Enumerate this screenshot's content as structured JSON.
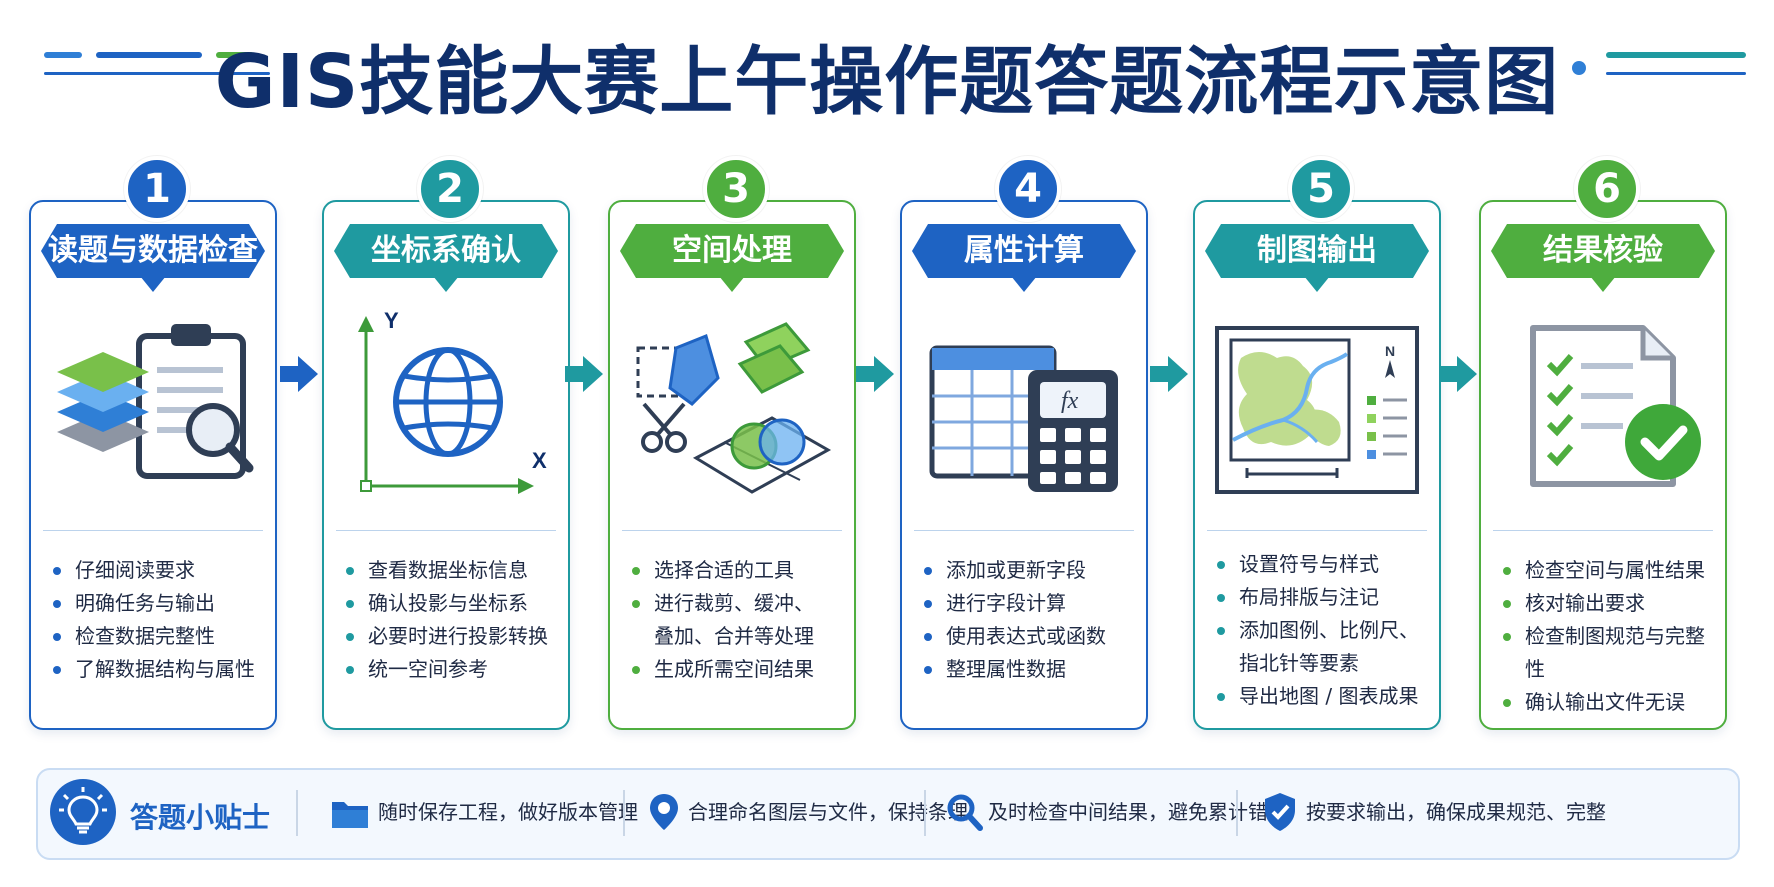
{
  "title": "GIS技能大赛上午操作题答题流程示意图",
  "colors": {
    "blue": "#1e63c3",
    "teal": "#1f9aa0",
    "green": "#4fae3f",
    "navy": "#0f2f6b"
  },
  "steps": [
    {
      "num": "1",
      "title": "读题与数据检查",
      "color": "#1e63c3",
      "icon": "layers-clipboard-magnifier-icon",
      "items": [
        "仔细阅读要求",
        "明确任务与输出",
        "检查数据完整性",
        "了解数据结构与属性"
      ]
    },
    {
      "num": "2",
      "title": "坐标系确认",
      "color": "#1f9aa0",
      "icon": "globe-axes-icon",
      "axis_y": "Y",
      "axis_x": "X",
      "items": [
        "查看数据坐标信息",
        "确认投影与坐标系",
        "必要时进行投影转换",
        "统一空间参考"
      ]
    },
    {
      "num": "3",
      "title": "空间处理",
      "color": "#4fae3f",
      "icon": "clip-overlay-icon",
      "items": [
        "选择合适的工具",
        "进行裁剪、缓冲、",
        "叠加、合并等处理",
        "生成所需空间结果"
      ]
    },
    {
      "num": "4",
      "title": "属性计算",
      "color": "#1e63c3",
      "icon": "table-calculator-icon",
      "fx": "fx",
      "items": [
        "添加或更新字段",
        "进行字段计算",
        "使用表达式或函数",
        "整理属性数据"
      ]
    },
    {
      "num": "5",
      "title": "制图输出",
      "color": "#1f9aa0",
      "icon": "map-layout-icon",
      "north": "N",
      "items": [
        "设置符号与样式",
        "布局排版与注记",
        "添加图例、比例尺、",
        "指北针等要素",
        "导出地图 / 图表成果"
      ]
    },
    {
      "num": "6",
      "title": "结果核验",
      "color": "#4fae3f",
      "icon": "checklist-check-icon",
      "items": [
        "检查空间与属性结果",
        "核对输出要求",
        "检查制图规范与完整性",
        "确认输出文件无误"
      ]
    }
  ],
  "tips": {
    "title": "答题小贴士",
    "icon": "lightbulb-icon",
    "items": [
      {
        "icon": "folder-icon",
        "text": "随时保存工程，做好版本管理"
      },
      {
        "icon": "location-pin-icon",
        "text": "合理命名图层与文件，保持条理"
      },
      {
        "icon": "search-icon",
        "text": "及时检查中间结果，避免累计错误"
      },
      {
        "icon": "shield-check-icon",
        "text": "按要求输出，确保成果规范、完整"
      }
    ]
  }
}
